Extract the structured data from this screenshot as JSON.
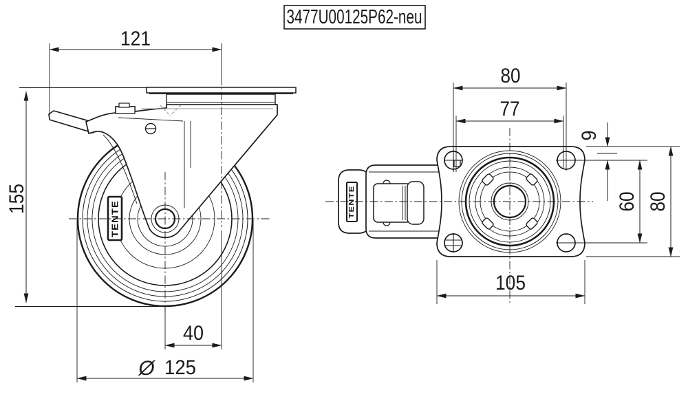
{
  "title_block": {
    "part_number": "3477U00125P62-neu"
  },
  "brand_label": "TENTE",
  "side_view": {
    "dims": {
      "overall_width": "121",
      "overall_height": "155",
      "hub_offset": "40",
      "diameter_symbol": "Ø",
      "wheel_diameter": "125"
    }
  },
  "top_view": {
    "dims": {
      "bolt_spacing_width": "80",
      "bolt_spacing_inner": "77",
      "edge_to_hole": "9",
      "bolt_spacing_height": "60",
      "plate_height": "80",
      "plate_width": "105"
    }
  }
}
